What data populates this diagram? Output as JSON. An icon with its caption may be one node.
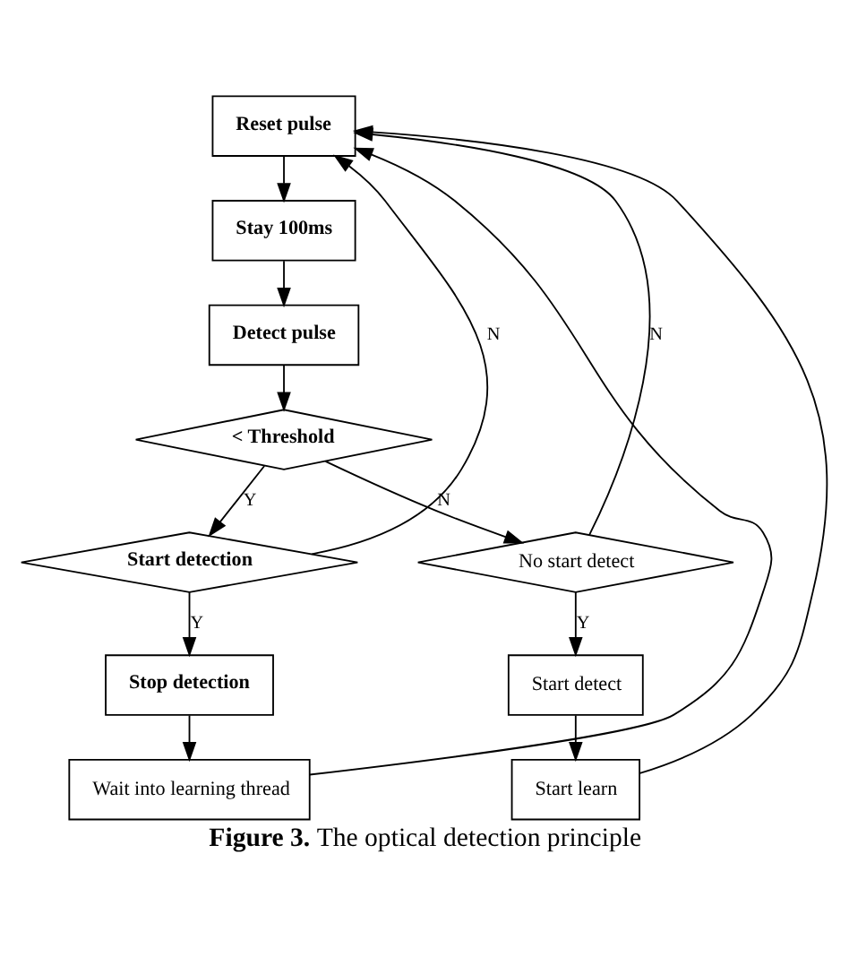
{
  "diagram": {
    "caption": "**Figure 3.** The optical detection principle",
    "nodes": [
      {
        "text": [
          "Reset pulse"
        ]
      },
      {
        "text": [
          "Stay 100ms"
        ]
      },
      {
        "text": [
          "Detect pulse"
        ]
      },
      {
        "text": [
          "< Threshold"
        ]
      },
      {
        "text": [
          "Start detection"
        ]
      },
      {
        "text": [
          "Stop detection"
        ]
      },
      {
        "text": [
          "Wait into learning thread"
        ]
      },
      {
        "text": [
          "No start detect"
        ]
      },
      {
        "text": [
          "Start detect"
        ]
      },
      {
        "text": [
          "Start learn"
        ]
      }
    ],
    "edges": [
      {
        "from": 0,
        "to": 1,
        "arrow": "to"
      },
      {
        "from": 1,
        "to": 2,
        "arrow": "to"
      },
      {
        "from": 2,
        "to": 3,
        "arrow": "to"
      },
      {
        "from": 3,
        "to": 4,
        "label": "Y",
        "arrow": "to"
      },
      {
        "from": 3,
        "to": 7,
        "label": "N",
        "arrow": "to"
      },
      {
        "from": 4,
        "to": 5,
        "label": "Y",
        "arrow": "to"
      },
      {
        "from": 4,
        "to": 0,
        "label": "N",
        "arrow": "to"
      },
      {
        "from": 5,
        "to": 6,
        "arrow": "to"
      },
      {
        "from": 6,
        "to": 0,
        "arrow": "to"
      },
      {
        "from": 7,
        "to": 8,
        "label": "Y",
        "arrow": "to"
      },
      {
        "from": 7,
        "to": 0,
        "label": "N",
        "arrow": "to"
      },
      {
        "from": 8,
        "to": 9,
        "arrow": "to"
      },
      {
        "from": 9,
        "to": 0,
        "arrow": "to"
      }
    ]
  }
}
